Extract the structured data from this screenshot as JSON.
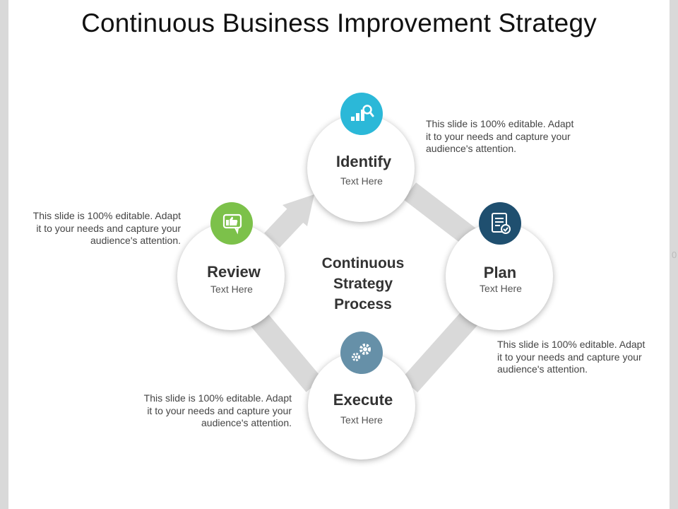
{
  "title": "Continuous Business Improvement Strategy",
  "center_label": [
    "Continuous",
    "Strategy",
    "Process"
  ],
  "colors": {
    "identify": "#2bb8d8",
    "plan": "#1f4f6f",
    "execute": "#6690a8",
    "review": "#7cc14a",
    "connector": "#d9d9d9"
  },
  "stages": {
    "identify": {
      "name": "Identify",
      "sub": "Text Here",
      "icon": "bar-chart-search-icon"
    },
    "plan": {
      "name": "Plan",
      "sub": "Text Here",
      "icon": "document-check-icon"
    },
    "execute": {
      "name": "Execute",
      "sub": "Text Here",
      "icon": "gears-icon"
    },
    "review": {
      "name": "Review",
      "sub": "Text Here",
      "icon": "thumbs-up-chat-icon"
    }
  },
  "notes": {
    "identify": [
      "This slide is 100% editable. Adapt",
      "it to your needs and capture your",
      "audience's attention."
    ],
    "review": [
      "This slide is 100% editable. Adapt",
      "it to your needs and capture your",
      "audience's attention."
    ],
    "plan": [
      "This slide is 100% editable. Adapt",
      "it to your needs and capture your",
      "audience's attention."
    ],
    "execute": [
      "This slide is 100% editable. Adapt",
      "it to your needs and capture your",
      "audience's attention."
    ]
  },
  "edge_mark": "0"
}
